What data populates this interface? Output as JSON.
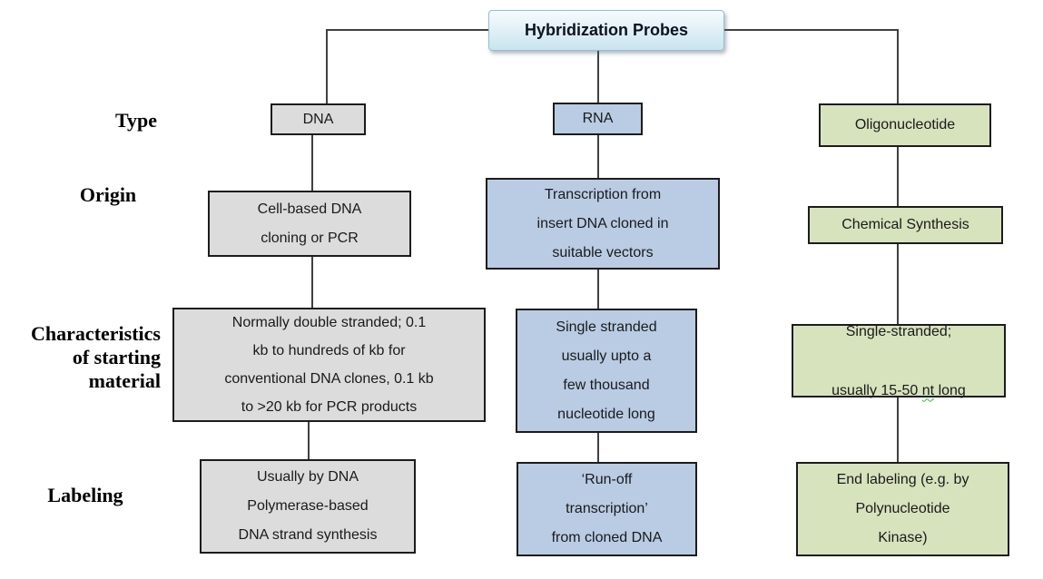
{
  "root": {
    "label": "Hybridization Probes"
  },
  "row_labels": {
    "type": "Type",
    "origin": "Origin",
    "characteristics": "Characteristics\nof starting\nmaterial",
    "labeling": "Labeling"
  },
  "dna": {
    "type": "DNA",
    "origin": "Cell-based DNA\ncloning or PCR",
    "characteristics": "Normally double stranded; 0.1\nkb to hundreds of kb for\nconventional DNA clones, 0.1 kb\nto >20 kb for PCR products",
    "labeling": "Usually by DNA\nPolymerase-based\nDNA strand synthesis"
  },
  "rna": {
    "type": "RNA",
    "origin": "Transcription from\ninsert DNA cloned in\nsuitable vectors",
    "characteristics": "Single stranded\nusually upto a\nfew thousand\nnucleotide long",
    "labeling": "‘Run-off\ntranscription’\nfrom cloned DNA"
  },
  "oligo": {
    "type": "Oligonucleotide",
    "origin": "Chemical Synthesis",
    "characteristics": {
      "line1": "Single-stranded;",
      "line2_pre": "usually 15-50 ",
      "line2_nt": "nt",
      "line2_post": " long"
    },
    "labeling": "End labeling (e.g. by\nPolynucleotide\nKinase)"
  },
  "colors": {
    "gray_fill": "#dcdcdc",
    "blue_fill": "#b9cce4",
    "green_fill": "#d7e3bd",
    "box_border": "#1c1c1c",
    "connector": "#404040",
    "root_gradient_top": "#f6fbfd",
    "root_gradient_bottom": "#c9e4ef",
    "root_border": "#8fc1d4",
    "spellcheck_wave": "#3cb043"
  }
}
